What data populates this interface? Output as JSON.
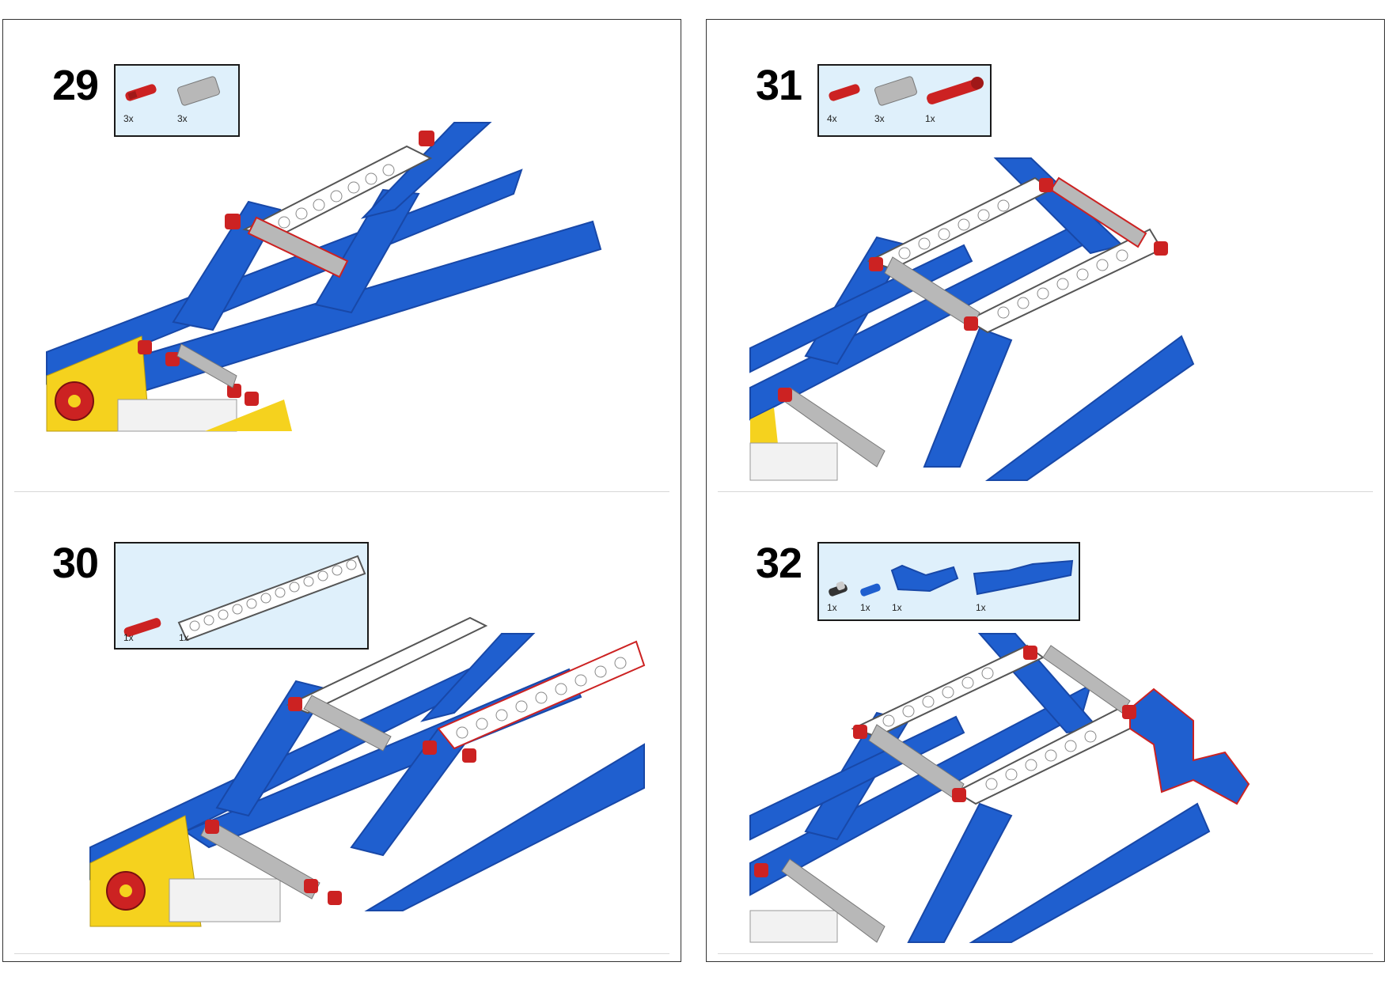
{
  "steps": [
    {
      "number": "29",
      "quantities": [
        "3x",
        "3x"
      ]
    },
    {
      "number": "30",
      "quantities": [
        "1x",
        "1x"
      ]
    },
    {
      "number": "31",
      "quantities": [
        "4x",
        "3x",
        "1x"
      ]
    },
    {
      "number": "32",
      "quantities": [
        "1x",
        "1x",
        "1x",
        "1x"
      ]
    }
  ],
  "colors": {
    "blue": "#1f5fcf",
    "blue_dark": "#1848a8",
    "red": "#cc2222",
    "yellow": "#f5d21e",
    "grey": "#b8b8b8",
    "callout_bg": "#dff0fb"
  }
}
